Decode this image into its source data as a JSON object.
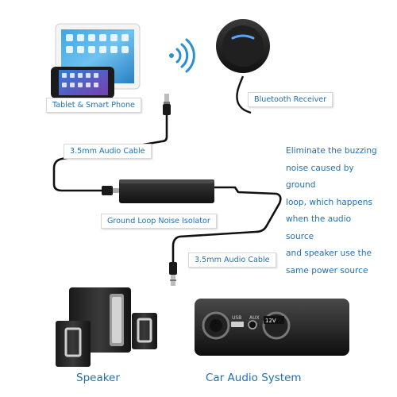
{
  "labels": {
    "tablet_phone": "Tablet & Smart Phone",
    "bluetooth_receiver": "Bluetooth Receiver",
    "cable_top": "3.5mm Audio Cable",
    "isolator": "Ground Loop Noise Isolator",
    "cable_bottom": "3.5mm Audio Cable",
    "speaker": "Speaker",
    "car_audio": "Car Audio System"
  },
  "note_lines": [
    "Eliminate the buzzing",
    "noise caused by ground",
    "loop, which happens",
    "when the audio source",
    "and speaker use the",
    "same power source"
  ],
  "car_panel": {
    "usb": "USB",
    "aux": "AUX",
    "socket": "12V"
  },
  "colors": {
    "accent_text": "#1f6fb5",
    "cable": "#111111",
    "wifi_signal": "#2b8fd6"
  },
  "icons": [
    "tablet-icon",
    "smartphone-icon",
    "wireless-signal-icon",
    "bluetooth-receiver-icon",
    "audio-jack-icon",
    "speaker-system-icon",
    "car-dashboard-icon"
  ]
}
